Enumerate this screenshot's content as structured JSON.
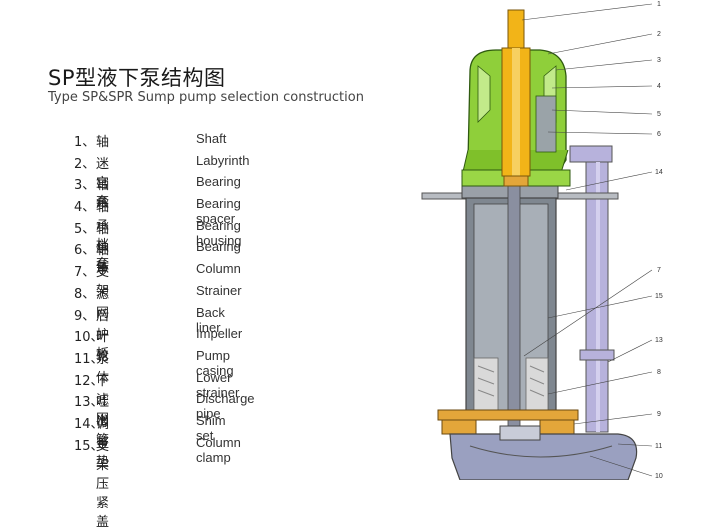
{
  "title_zh": "SP型液下泵结构图",
  "title_en": "Type SP&SPR  Sump pump selection construction",
  "parts": [
    {
      "num": "1、",
      "zh": "轴",
      "en": "Shaft"
    },
    {
      "num": "2、",
      "zh": "迷宫套",
      "en": "Labyrinth"
    },
    {
      "num": "3、",
      "zh": "轴承",
      "en": "Bearing"
    },
    {
      "num": "4、",
      "zh": "轴承档套",
      "en": "Bearing spacer"
    },
    {
      "num": "5、",
      "zh": "轴承体",
      "en": "Bearing housing"
    },
    {
      "num": "6、",
      "zh": "轴承",
      "en": "Bearing"
    },
    {
      "num": "7、",
      "zh": "支架",
      "en": "Column"
    },
    {
      "num": "8、",
      "zh": "滤网",
      "en": "Strainer"
    },
    {
      "num": "9、",
      "zh": "后护板",
      "en": "Back liner"
    },
    {
      "num": "10、",
      "zh": "叶轮",
      "en": "Impeller"
    },
    {
      "num": "11、",
      "zh": "泵体",
      "en": "Pump casing"
    },
    {
      "num": "12、",
      "zh": "下滤网",
      "en": "Lower strainer"
    },
    {
      "num": "13、",
      "zh": "吐出管",
      "en": "Discharge pipe"
    },
    {
      "num": "14、",
      "zh": "调整垫",
      "en": "Shim set"
    },
    {
      "num": "15、",
      "zh": "支架压紧盖",
      "en": "Column clamp"
    }
  ],
  "callouts": [
    "1",
    "2",
    "3",
    "4",
    "5",
    "6",
    "14",
    "7",
    "15",
    "13",
    "8",
    "9",
    "11",
    "10"
  ],
  "colors": {
    "shaft": "#f2b418",
    "bearing_housing": "#8fcf3a",
    "column": "#7f8790",
    "discharge_pipe": "#b7b2dc",
    "casing": "#9aa0c0",
    "liner": "#e3a63a",
    "strainer": "#d9d9d9"
  }
}
